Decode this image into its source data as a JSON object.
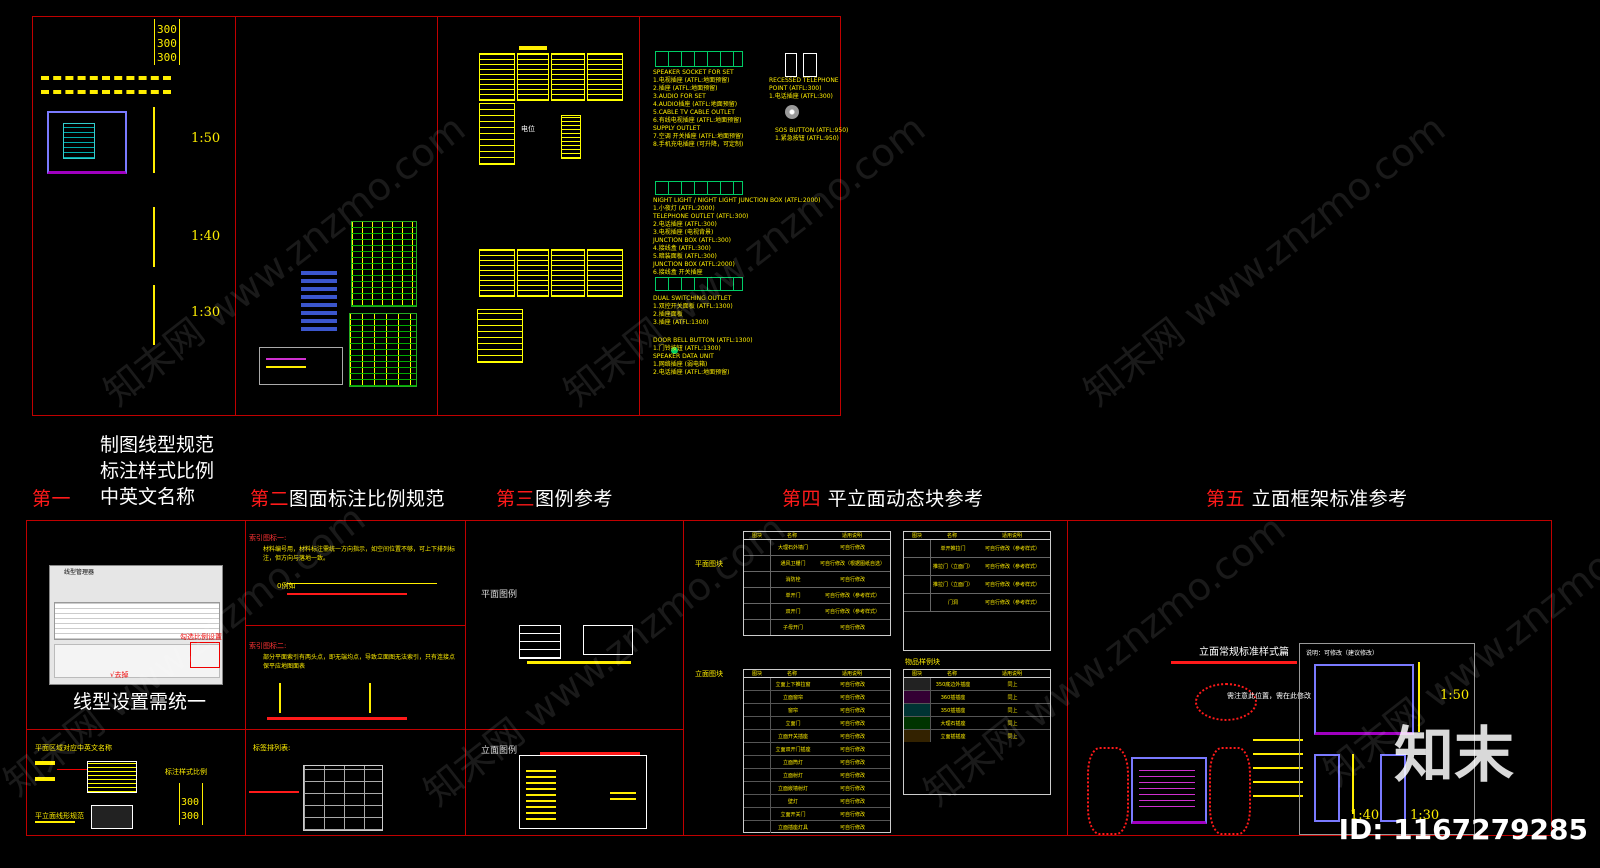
{
  "top": {
    "scales": [
      "1:50",
      "1:40",
      "1:30"
    ],
    "dim_labels": [
      "300",
      "300",
      "300"
    ],
    "sheet3_caption": "电位",
    "legend_items": [
      "SPEAKER SOCKET FOR SET",
      "1.电视插座 (ATFL:地面预留)",
      "2.插座 (ATFL:地面预留)",
      "3.AUDIO FOR SET",
      "4.AUDIO插座 (ATFL:地面预留)",
      "5.CABLE TV CABLE OUTLET",
      "6.有线电视插座 (ATFL:地面预留)",
      "SUPPLY OUTLET",
      "7.空调 开关插座 (ATFL:地面预留)",
      "8.手机充电插座 (可升降，可定制)",
      "NIGHT LIGHT / NIGHT LIGHT JUNCTION BOX (ATFL:2000)",
      "1.小夜灯 (ATFL:2000)",
      "TELEPHONE OUTLET (ATFL:300)",
      "2.电话插座 (ATFL:300)",
      "3.电视插座 (电视背景)",
      "JUNCTION BOX (ATFL:300)",
      "4.接线盒 (ATFL:300)",
      "5.暗装面板 (ATFL:300)",
      "JUNCTION BOX (ATFL:2000)",
      "6.接线盒 开关插座",
      "DUAL SWITCHING OUTLET",
      "1.双控开关面板 (ATFL:1300)",
      "2.插座面板",
      "3.插座 (ATFL:1300)",
      "DOOR BELL BUTTON (ATFL:1300)",
      "1.门铃按钮 (ATFL:1300)",
      "SPEAKER DATA UNIT",
      "1.网络插座 (弱电箱)",
      "2.电话插座 (ATFL:地面预留)"
    ],
    "legend_right": [
      "RECESSED TELEPHONE POINT (ATFL:300)",
      "1.电话插座 (ATFL:300)",
      "SOS BUTTON (ATFL:950)",
      "1.紧急按钮 (ATFL:950)"
    ]
  },
  "headings": [
    {
      "num": "第一",
      "lines": [
        "制图线型规范",
        "标注样式比例",
        "中英文名称"
      ]
    },
    {
      "num": "第二",
      "text": "图面标注比例规范"
    },
    {
      "num": "第三",
      "text": "图例参考"
    },
    {
      "num": "第四",
      "text": "平立面动态块参考"
    },
    {
      "num": "第五",
      "text": "立面框架标准参考"
    }
  ],
  "bottom": {
    "p1_caption": "线型设置需统一",
    "p1_dialog_title": "线型管理器",
    "p1_red_note": "√去掉",
    "p1_red_note2": "勾选比例设置",
    "p1_section_label": "平面区域对应中英文名称",
    "p1_scale_label": "标注样式比例",
    "p1_bottom_label": "平立面线形规范",
    "p1_dims": [
      "300",
      "300"
    ],
    "p2_note1_title": "索引图标一:",
    "p2_note1_text": "材料编号用，材料标注需统一方向指示，如空间位置不够，可上下排列标注，但方向与落地一致。",
    "p2_note2_title": "索引图标二:",
    "p2_note2_text": "部分平面索引有两头点，即无端均点，导致立面图无法索引，只有连接点保平应地图面表",
    "p2_tag": "0例如",
    "p2_section3": "标签排列表:",
    "p3_label1": "平面图例",
    "p3_label2": "立面图例",
    "p4_label1": "平面图块",
    "p4_label2": "立面图块",
    "p4_label3": "物品样例块",
    "p4_table1_headers": [
      "图块",
      "名称",
      "适用说明"
    ],
    "p4_table1_rows": [
      [
        "",
        "大理石外墙门",
        "可自行修改"
      ],
      [
        "",
        "通风卫栅门",
        "可自行修改（根据图纸自选）"
      ],
      [
        "",
        "消防栓",
        "可自行修改"
      ],
      [
        "",
        "单开门",
        "可自行修改（参考样式）"
      ],
      [
        "",
        "双开门",
        "可自行修改（参考样式）"
      ],
      [
        "",
        "子母开门",
        "可自行修改"
      ]
    ],
    "p4_table2_headers": [
      "图块",
      "名称",
      "适用说明"
    ],
    "p4_table2_rows": [
      [
        "",
        "单开推拉门",
        "可自行修改（参考样式）"
      ],
      [
        "",
        "推拉门（立面门）",
        "可自行修改（参考样式）"
      ],
      [
        "",
        "推拉门（立面门）",
        "可自行修改（参考样式）"
      ],
      [
        "",
        "门洞",
        "可自行修改（参考样式）"
      ]
    ],
    "p4_table3_rows": [
      [
        "",
        "立面上下推拉窗",
        "可自行修改"
      ],
      [
        "",
        "立面窗帘",
        "可自行修改"
      ],
      [
        "",
        "窗帘",
        "可自行修改"
      ],
      [
        "",
        "立面门",
        "可自行修改"
      ],
      [
        "",
        "立面开关插座",
        "可自行修改"
      ],
      [
        "",
        "立面双开门插座",
        "可自行修改"
      ],
      [
        "",
        "立面筒灯",
        "可自行修改"
      ],
      [
        "",
        "立面射灯",
        "可自行修改"
      ],
      [
        "",
        "立面嵌墙射灯",
        "可自行修改"
      ],
      [
        "",
        "壁灯",
        "可自行修改"
      ],
      [
        "",
        "立面开关门",
        "可自行修改"
      ],
      [
        "",
        "立面插座灯具",
        "可自行修改"
      ]
    ],
    "p4_table4_headers": [
      "图块",
      "名称",
      "适用说明"
    ],
    "p4_table4_rows": [
      [
        "",
        "350底边外插座",
        "同上"
      ],
      [
        "",
        "360插插座",
        "同上"
      ],
      [
        "",
        "350插插座",
        "同上"
      ],
      [
        "",
        "大理石插座",
        "同上"
      ],
      [
        "",
        "立面插插座",
        "同上"
      ]
    ],
    "p5_title": "立面常规标准样式篇",
    "p5_cloud_note": "需注意此位置，需在此修改",
    "p5_scales": [
      "1:50",
      "1:40",
      "1:30"
    ],
    "p5_header": "说明：可修改（建议修改）"
  },
  "watermark": {
    "text": "知末网 www.znzmo.com",
    "brand": "知末",
    "id": "ID: 1167279285"
  },
  "colors": {
    "background": "#000000",
    "frame": "#c00000",
    "accent_yellow": "#ffee00",
    "accent_red": "#ff1a1a"
  }
}
